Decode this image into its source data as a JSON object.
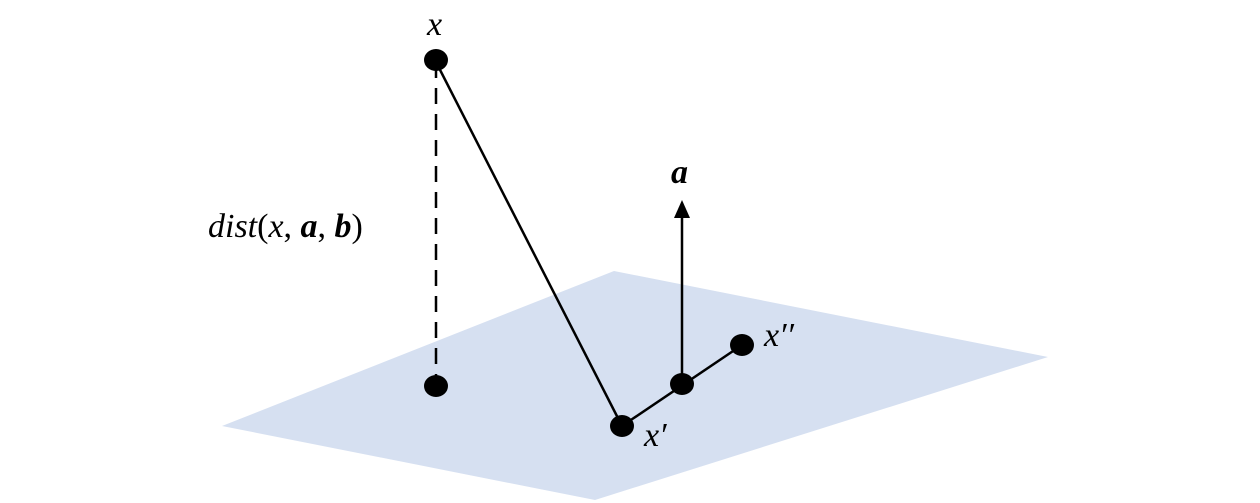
{
  "colors": {
    "plane": "#d6e0f1",
    "ink": "#000000",
    "background": "#ffffff"
  },
  "labels": {
    "point_x": "x",
    "vector_a": "a",
    "point_x_prime": "x′",
    "point_x_double_prime": "x′′",
    "dist": {
      "func": "dist",
      "open": "(",
      "arg_x": "x",
      "sep1": ", ",
      "arg_a": "a",
      "sep2": ", ",
      "arg_b": "b",
      "close": ")"
    }
  }
}
